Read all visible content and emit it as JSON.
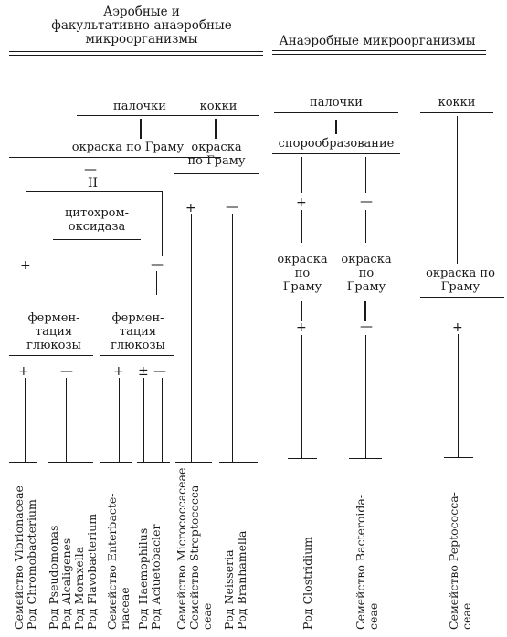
{
  "headers": {
    "aerobic": [
      "Аэробные и",
      "факультативно-анаэробные",
      "микроорганизмы"
    ],
    "anaerobic": "Анаэробные микроорганизмы"
  },
  "labels": {
    "rods_aer": "палочки",
    "cocci_aer": "кокки",
    "rods_anaer": "палочки",
    "cocci_anaer": "кокки",
    "gram_rods_aer": "окраска по Граму",
    "gram_cocci_aer": [
      "окраска",
      "по Граму"
    ],
    "spore": "спорообразование",
    "oxidase": [
      "цитохром-",
      "оксидаза"
    ],
    "ferm_left": [
      "фермен-",
      "тация",
      "глюкозы"
    ],
    "ferm_right": [
      "фермен-",
      "тация",
      "глюкозы"
    ],
    "gram_cl": [
      "окраска",
      "по",
      "Граму"
    ],
    "gram_bact": [
      "окраска",
      "по",
      "Граму"
    ],
    "gram_pepto": [
      "окраска по",
      "Граму"
    ]
  },
  "signs": {
    "gram_neg_main": "—",
    "gram_neg_double": "II",
    "ox_plus": "+",
    "ox_minus": "—",
    "f1_plus": "+",
    "f1_minus": "—",
    "f2_plus": "+",
    "f2_pm": "±",
    "f2_minus": "—",
    "cocci_plus": "+",
    "cocci_minus": "—",
    "spore_plus": "+",
    "spore_minus": "—",
    "cl_plus": "+",
    "bact_minus": "—",
    "pepto_plus": "+"
  },
  "taxa": {
    "vibrio": [
      "Семейство Vibrionaceae",
      "Род Chromobacterium"
    ],
    "pseudo": [
      "Род Pseudomonas",
      "Род Alcaligenes",
      "Род Moraxella",
      "Род Flavobacterium"
    ],
    "entero": [
      "Семейство Enterbacte-",
      "riaceae"
    ],
    "haemo": [
      "Род Haemophilus",
      "Род Aciuetobacler"
    ],
    "micro": [
      "Семейство Micrococcaceae",
      "Семейство Streptococca-",
      "ceae"
    ],
    "neiss": [
      "Род Neisseria",
      "Род Branhamella"
    ],
    "clost": [
      "Род Clostridium"
    ],
    "bacter": [
      "Семейство Bacteroida-",
      "ceae"
    ],
    "pepto": [
      "Семейство Peptococca-",
      "ceae"
    ]
  }
}
